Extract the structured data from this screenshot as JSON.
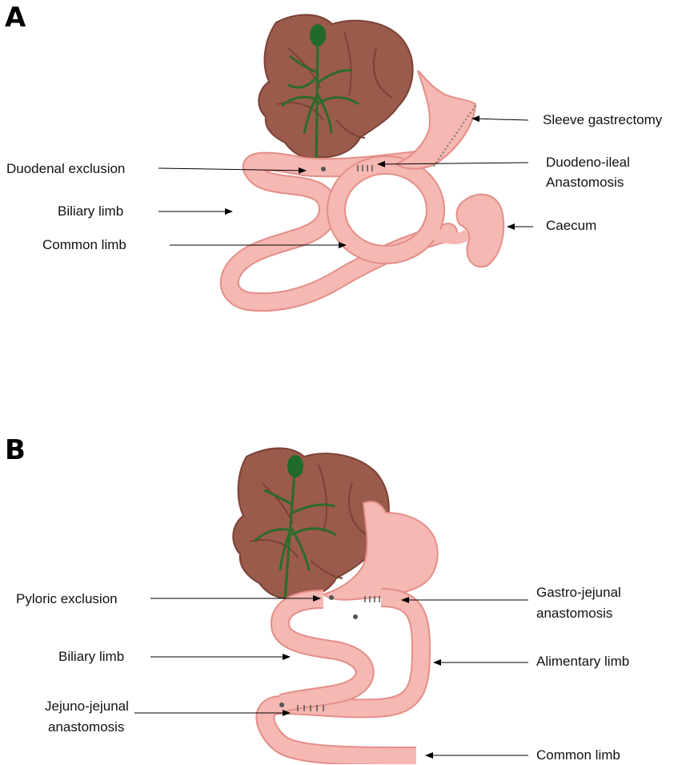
{
  "panels": [
    {
      "letter": "A",
      "labels": {
        "duodenal_exclusion": "Duodenal exclusion",
        "biliary_limb": "Biliary limb",
        "common_limb": "Common limb",
        "sleeve_gastrectomy": "Sleeve gastrectomy",
        "duodeno_ileal_line1": "Duodeno-ileal",
        "duodeno_ileal_line2": "Anastomosis",
        "caecum": "Caecum"
      }
    },
    {
      "letter": "B",
      "labels": {
        "pyloric_exclusion": "Pyloric exclusion",
        "biliary_limb": "Biliary limb",
        "jejuno_jejunal_line1": "Jejuno-jejunal",
        "jejuno_jejunal_line2": "anastomosis",
        "gastro_jejunal_line1": "Gastro-jejunal",
        "gastro_jejunal_line2": "anastomosis",
        "alimentary_limb": "Alimentary limb",
        "common_limb": "Common limb"
      }
    }
  ],
  "colors": {
    "liver": "#9a5a4c",
    "liver_edge": "#7a4236",
    "gallbladder": "#1f6a2c",
    "bile_ducts": "#2c6b2a",
    "bowel": "#f5b8b3",
    "bowel_edge": "#e48e88",
    "staples": "#555555"
  },
  "icons": [
    "liver-icon",
    "gallbladder-icon",
    "stomach-icon",
    "caecum-icon",
    "staple-icon",
    "arrow-icon"
  ]
}
